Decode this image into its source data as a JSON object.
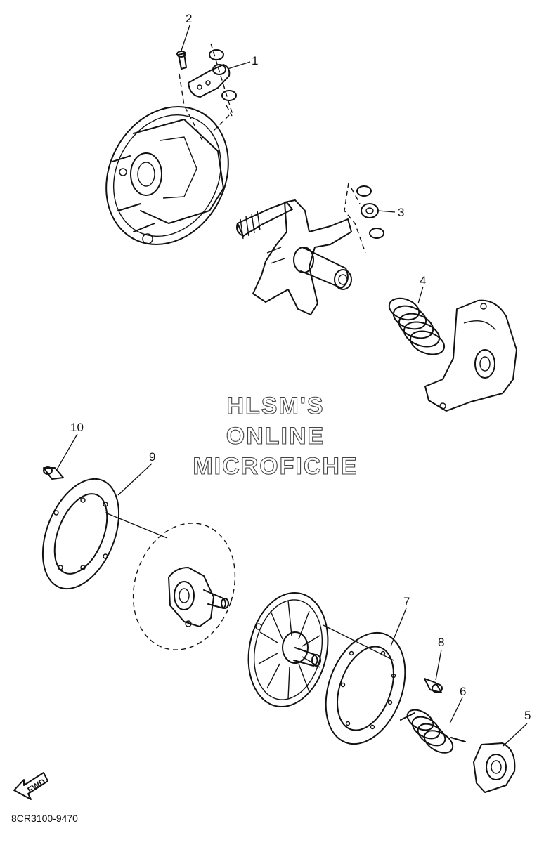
{
  "callouts": [
    "1",
    "2",
    "3",
    "4",
    "5",
    "6",
    "7",
    "8",
    "9",
    "10"
  ],
  "watermark": [
    "HLSM'S",
    "ONLINE",
    "MICROFICHE"
  ],
  "diagram_code": "8CR3100-9470",
  "fwd_label": "FWD",
  "icons": {
    "fwd_arrow": "arrow-left-icon"
  }
}
